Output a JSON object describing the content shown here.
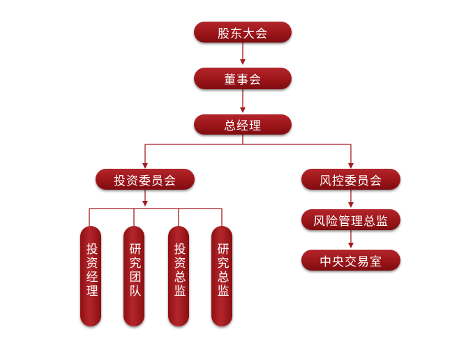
{
  "org_chart": {
    "top": [
      "股东大会",
      "董事会",
      "总经理"
    ],
    "left_branch": {
      "label": "投资委员会",
      "children": [
        "投资经理",
        "研究团队",
        "投资总监",
        "研究总监"
      ]
    },
    "right_branch": {
      "label": "风控委员会",
      "children": [
        "风险管理总监",
        "中央交易室"
      ]
    }
  },
  "colors": {
    "box": "#9c1519",
    "line": "#a01a1e",
    "text": "#ffffff"
  }
}
